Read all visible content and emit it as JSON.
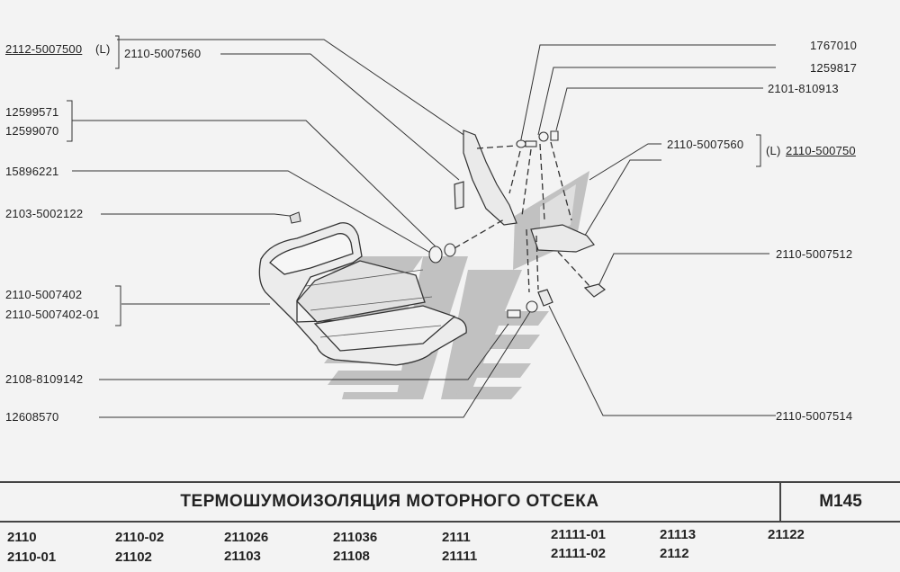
{
  "callouts": {
    "left": {
      "l1_part": "2112-5007500",
      "l1_side": "(L)",
      "l1_alt": "2110-5007560",
      "l2a": "12599571",
      "l2b": "12599070",
      "l3": "15896221",
      "l4": "2103-5002122",
      "l5a": "2110-5007402",
      "l5b": "2110-5007402-01",
      "l6": "2108-8109142",
      "l7": "12608570"
    },
    "right": {
      "r1": "1767010",
      "r2": "1259817",
      "r3": "2101-810913",
      "r4_alt": "2110-5007560",
      "r4_side": "(L)",
      "r4_part": "2110-500750",
      "r5": "2110-5007512",
      "r6": "2110-5007514"
    }
  },
  "title": "ТЕРМОШУМОИЗОЛЯЦИЯ  МОТОРНОГО  ОТСЕКА",
  "page_code": "M145",
  "models": {
    "row1": [
      "2110",
      "2110-02",
      "211026",
      "211036",
      "2111",
      "21111-01",
      "21113",
      "21122"
    ],
    "row2": [
      "2110-01",
      "21102",
      "21103",
      "21108",
      "21111",
      "21111-02",
      "2112"
    ]
  },
  "colors": {
    "line": "#333333",
    "watermark": "#b9b9b9",
    "background": "#f3f3f3"
  }
}
